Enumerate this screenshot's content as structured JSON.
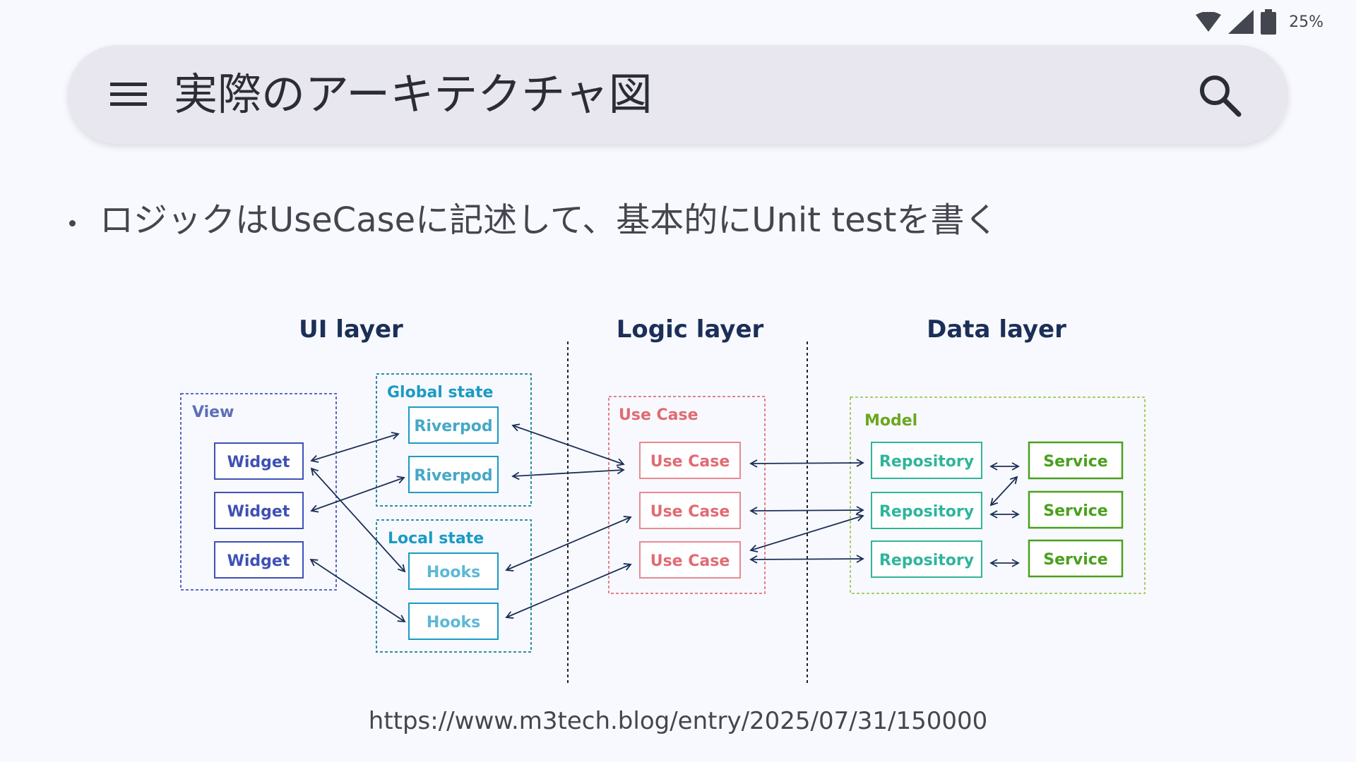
{
  "status_bar": {
    "battery_percent": "25%"
  },
  "appbar": {
    "title": "実際のアーキテクチャ図"
  },
  "content": {
    "bullet": "ロジックはUseCaseに記述して、基本的にUnit testを書く"
  },
  "diagram": {
    "layers": [
      "UI layer",
      "Logic layer",
      "Data layer"
    ],
    "groups": {
      "view": "View",
      "global_state": "Global state",
      "local_state": "Local state",
      "use_case": "Use Case",
      "model": "Model"
    },
    "widgets": [
      "Widget",
      "Widget",
      "Widget"
    ],
    "riverpods": [
      "Riverpod",
      "Riverpod"
    ],
    "hooks": [
      "Hooks",
      "Hooks"
    ],
    "use_cases": [
      "Use Case",
      "Use Case",
      "Use Case"
    ],
    "repositories": [
      "Repository",
      "Repository",
      "Repository"
    ],
    "services": [
      "Service",
      "Service",
      "Service"
    ],
    "colors": {
      "view": "#3f51b5",
      "state": "#1a9bc4",
      "local_state": "#3aa8b8",
      "use_case": "#e06b73",
      "repository": "#2fb59a",
      "service": "#4aa01e",
      "model_label": "#6aa820",
      "arrow": "#1b2f57"
    }
  },
  "footer": {
    "url": "https://www.m3tech.blog/entry/2025/07/31/150000"
  }
}
